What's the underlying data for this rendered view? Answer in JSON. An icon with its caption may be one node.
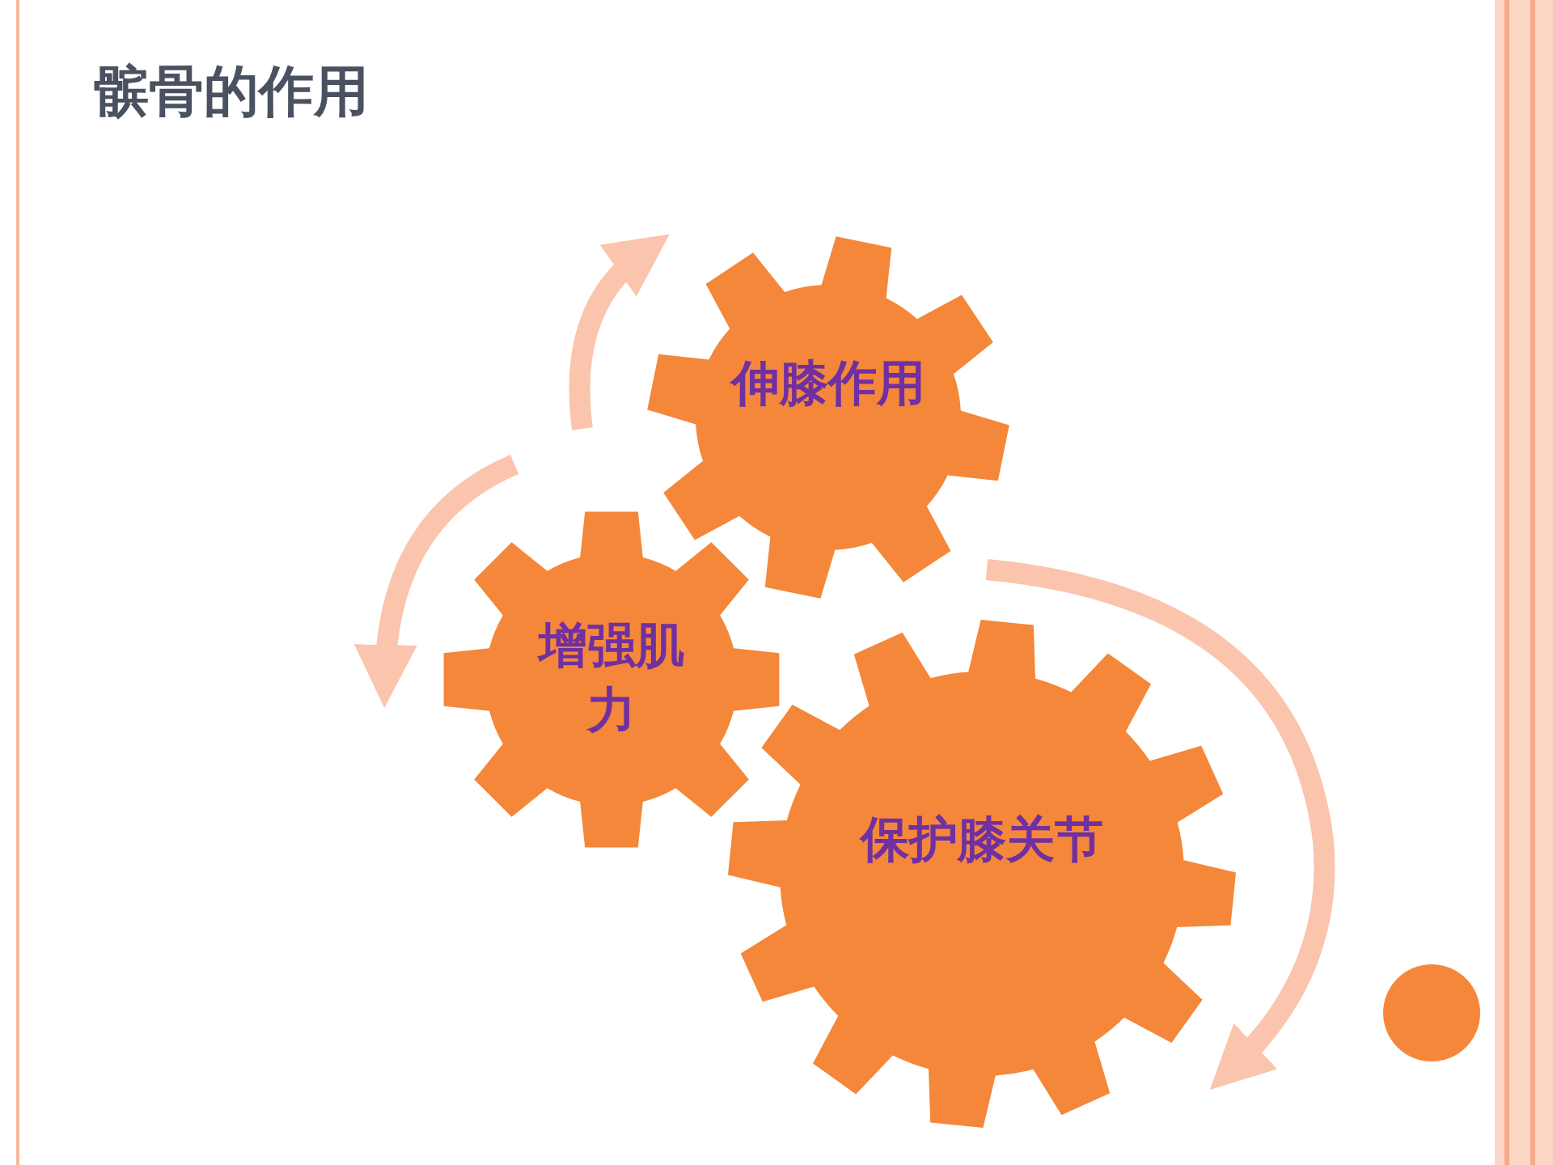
{
  "diagram": {
    "title": "髌骨的作用",
    "nodes": [
      {
        "text": [
          "伸膝作用"
        ]
      },
      {
        "text": [
          "增强肌力"
        ]
      },
      {
        "text": [
          "保护膝关节"
        ]
      }
    ]
  }
}
